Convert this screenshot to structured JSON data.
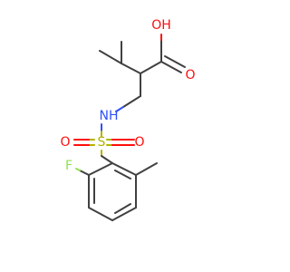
{
  "molecule": {
    "atoms": {
      "oh": "OH",
      "carbonyl_o": "O",
      "nh": "NH",
      "s": "S",
      "so_left": "O",
      "so_right": "O",
      "f": "F"
    },
    "colors": {
      "carbon_bond": "#404040",
      "oxygen": "#ff0d0d",
      "nitrogen": "#3050f8",
      "sulfur": "#b2b200",
      "fluorine": "#90e050"
    }
  }
}
